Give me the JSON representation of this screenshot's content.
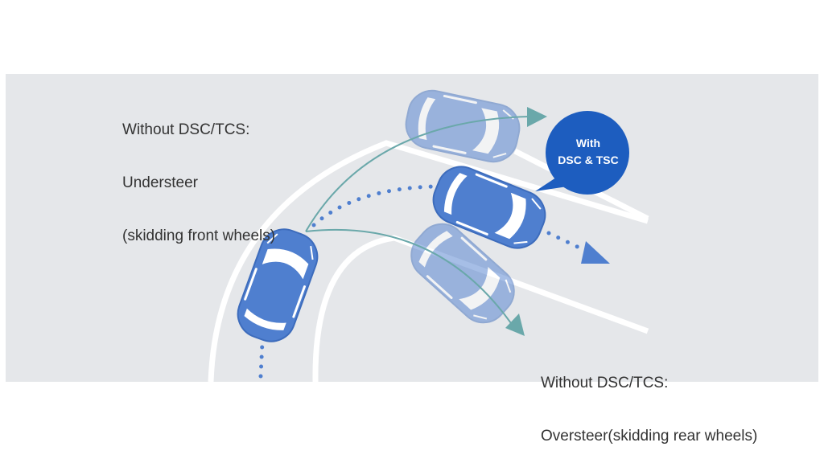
{
  "labels": {
    "understeer": [
      "Without DSC/TCS:",
      "Understeer",
      "(skidding front wheels)"
    ],
    "oversteer": [
      "Without DSC/TCS:",
      "Oversteer(skidding rear wheels)"
    ],
    "bubble": [
      "With",
      "DSC & TSC"
    ]
  },
  "colors": {
    "background": "#e5e7ea",
    "car": "#4f7fcf",
    "bubble": "#1d5dbf",
    "teal": "#6aa8aa",
    "dots": "#4f7fcf"
  }
}
